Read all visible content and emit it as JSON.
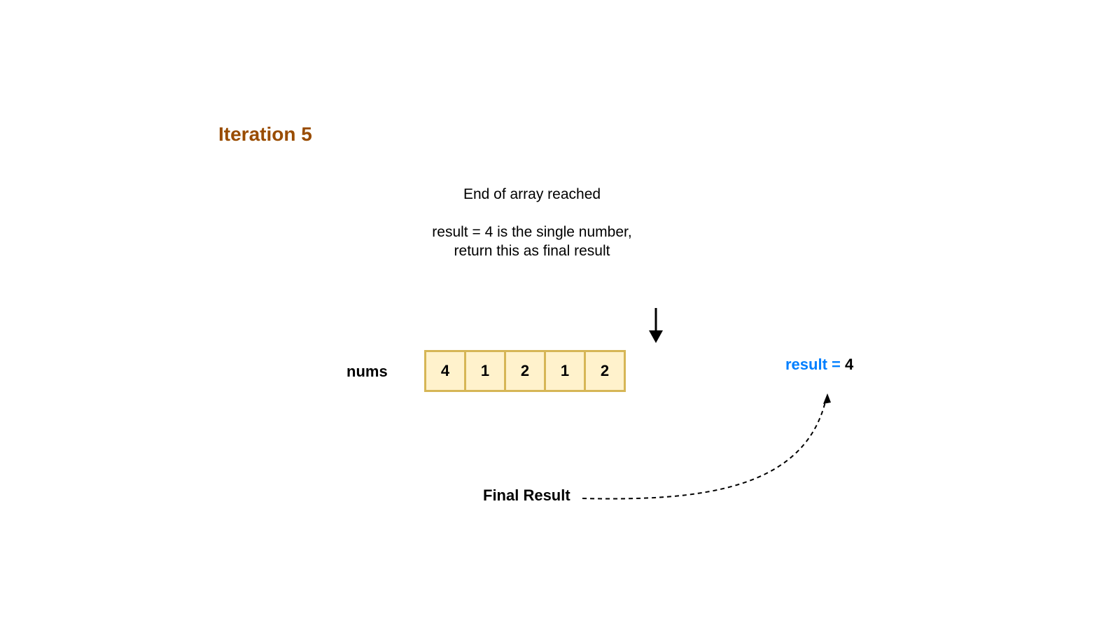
{
  "title": "Iteration 5",
  "description": {
    "line1": "End of array reached",
    "line2": "result = 4 is the single number,",
    "line3": "return this as final result"
  },
  "array": {
    "label": "nums",
    "values": [
      "4",
      "1",
      "2",
      "1",
      "2"
    ]
  },
  "result": {
    "label": "result =",
    "value": "4"
  },
  "final_label": "Final Result",
  "colors": {
    "title": "#994c00",
    "cell_fill": "#fff2cc",
    "cell_border": "#d6b656",
    "result_label": "#007fff"
  },
  "icons": {
    "pointer": "arrow-down-icon",
    "connector": "dashed-curved-arrow"
  }
}
